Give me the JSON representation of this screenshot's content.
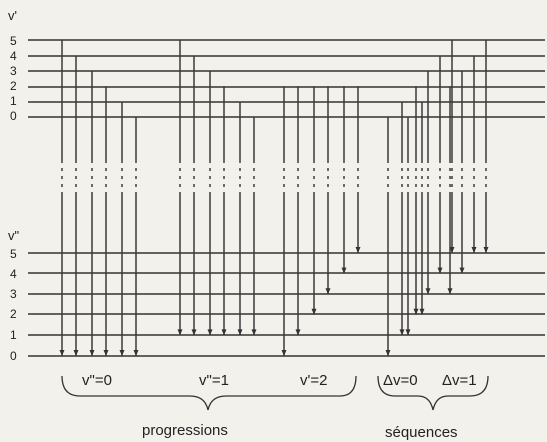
{
  "upper_state": {
    "axis_label": "v'",
    "levels": [
      "5",
      "4",
      "3",
      "2",
      "1",
      "0"
    ]
  },
  "lower_state": {
    "axis_label": "v\"",
    "levels": [
      "5",
      "4",
      "3",
      "2",
      "1",
      "0"
    ]
  },
  "groups": [
    {
      "label": "v\"=0"
    },
    {
      "label": "v\"=1"
    },
    {
      "label": "v'=2"
    },
    {
      "label": "Δv=0"
    },
    {
      "label": "Δv=1"
    }
  ],
  "footer": {
    "left": "progressions",
    "right": "séquences"
  },
  "transitions": [
    {
      "group": "v\"=0",
      "v_upper": 5,
      "v_lower": 0
    },
    {
      "group": "v\"=0",
      "v_upper": 4,
      "v_lower": 0
    },
    {
      "group": "v\"=0",
      "v_upper": 3,
      "v_lower": 0
    },
    {
      "group": "v\"=0",
      "v_upper": 2,
      "v_lower": 0
    },
    {
      "group": "v\"=0",
      "v_upper": 1,
      "v_lower": 0
    },
    {
      "group": "v\"=0",
      "v_upper": 0,
      "v_lower": 0
    },
    {
      "group": "v\"=1",
      "v_upper": 5,
      "v_lower": 1
    },
    {
      "group": "v\"=1",
      "v_upper": 4,
      "v_lower": 1
    },
    {
      "group": "v\"=1",
      "v_upper": 3,
      "v_lower": 1
    },
    {
      "group": "v\"=1",
      "v_upper": 2,
      "v_lower": 1
    },
    {
      "group": "v\"=1",
      "v_upper": 1,
      "v_lower": 1
    },
    {
      "group": "v\"=1",
      "v_upper": 0,
      "v_lower": 1
    },
    {
      "group": "v'=2",
      "v_upper": 2,
      "v_lower": 0
    },
    {
      "group": "v'=2",
      "v_upper": 2,
      "v_lower": 1
    },
    {
      "group": "v'=2",
      "v_upper": 2,
      "v_lower": 2
    },
    {
      "group": "v'=2",
      "v_upper": 2,
      "v_lower": 3
    },
    {
      "group": "v'=2",
      "v_upper": 2,
      "v_lower": 4
    },
    {
      "group": "v'=2",
      "v_upper": 2,
      "v_lower": 5
    },
    {
      "group": "Δv=0",
      "v_upper": 0,
      "v_lower": 0
    },
    {
      "group": "Δv=0",
      "v_upper": 1,
      "v_lower": 1
    },
    {
      "group": "Δv=0",
      "v_upper": 2,
      "v_lower": 2
    },
    {
      "group": "Δv=0",
      "v_upper": 3,
      "v_lower": 3
    },
    {
      "group": "Δv=0",
      "v_upper": 4,
      "v_lower": 4
    },
    {
      "group": "Δv=0",
      "v_upper": 5,
      "v_lower": 5
    },
    {
      "group": "Δv=1",
      "v_upper": 0,
      "v_lower": 1
    },
    {
      "group": "Δv=1",
      "v_upper": 1,
      "v_lower": 2
    },
    {
      "group": "Δv=1",
      "v_upper": 2,
      "v_lower": 3
    },
    {
      "group": "Δv=1",
      "v_upper": 3,
      "v_lower": 4
    },
    {
      "group": "Δv=1",
      "v_upper": 4,
      "v_lower": 5
    },
    {
      "group": "Δv=1",
      "v_upper": 5,
      "v_lower": 5
    }
  ]
}
